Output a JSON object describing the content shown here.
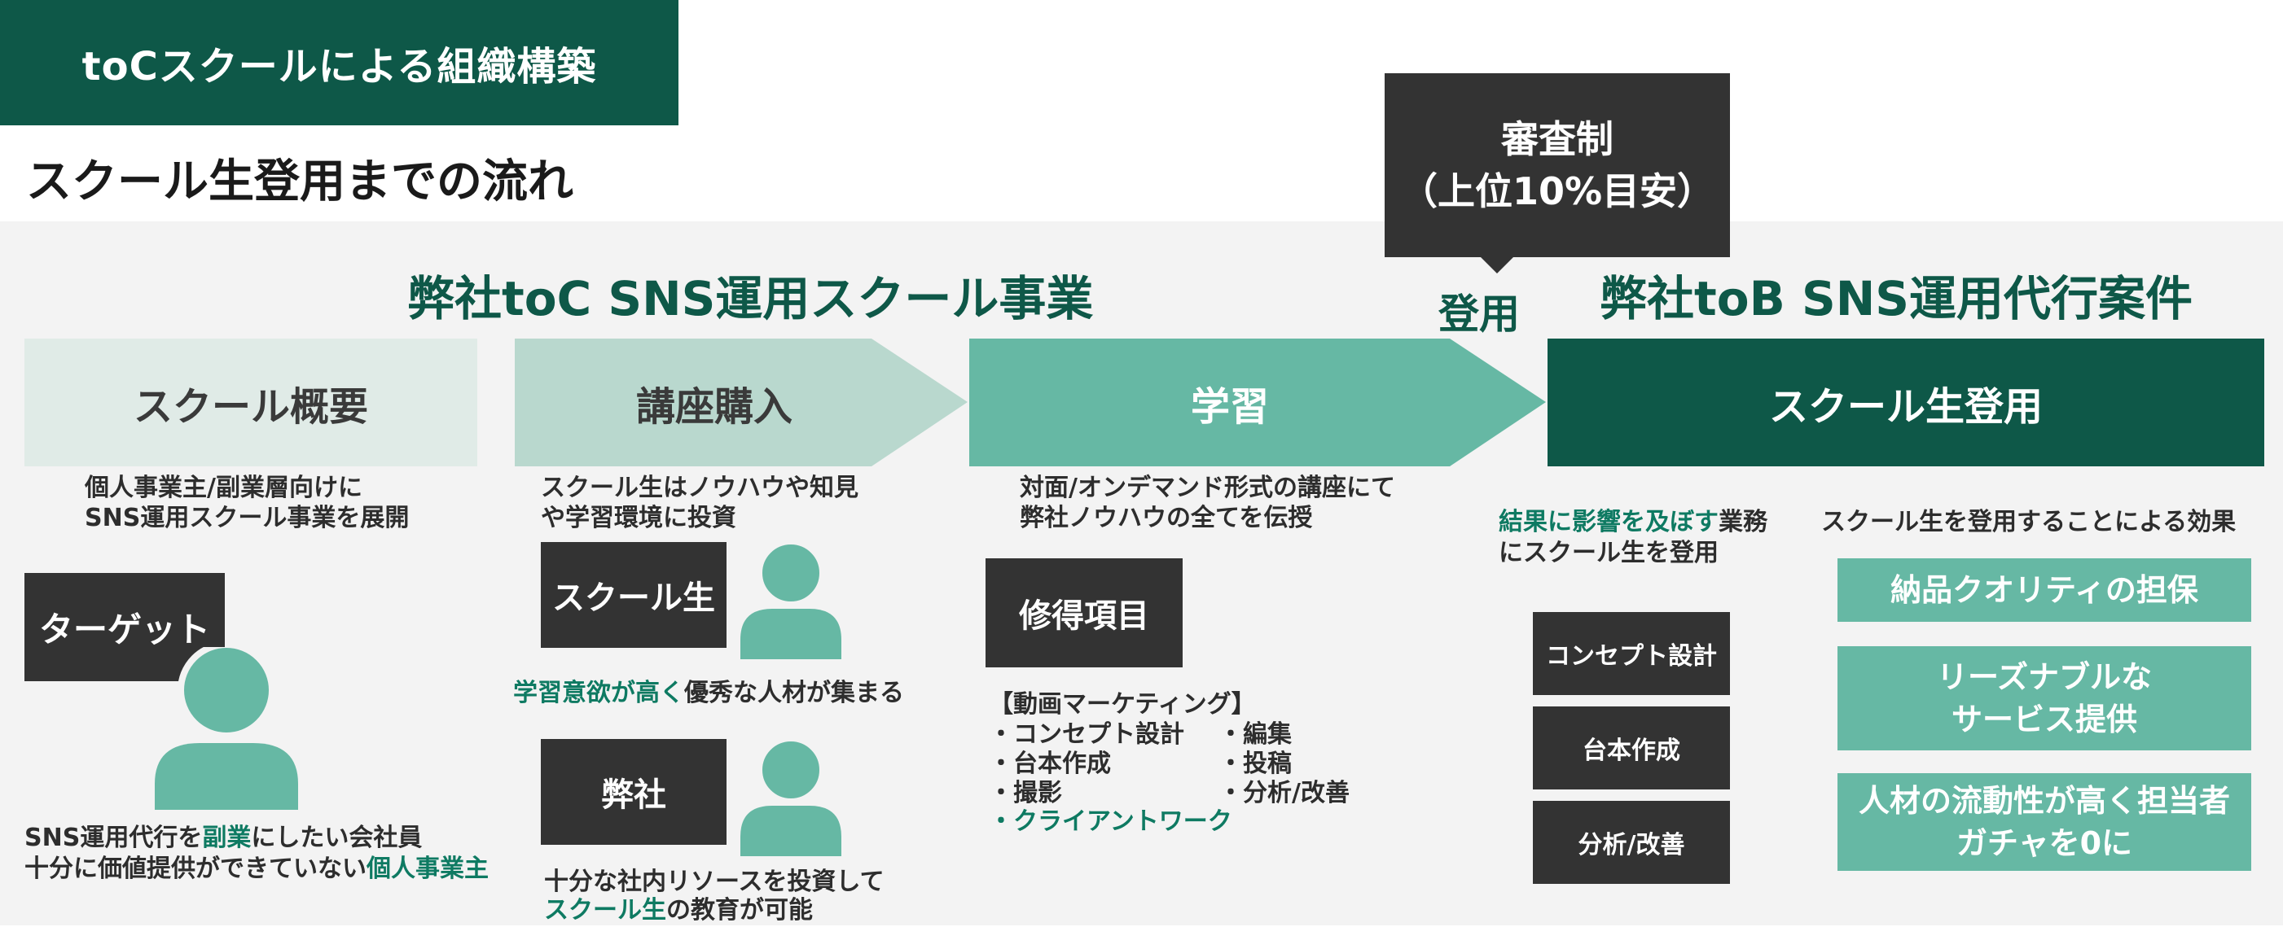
{
  "header": {
    "tag": "toCスクールによる組織構築",
    "subtitle": "スクール生登用までの流れ"
  },
  "sections": {
    "left_title": "弊社toC SNS運用スクール事業",
    "right_title": "弊社toB SNS運用代行案件"
  },
  "callout": {
    "line1": "審査制",
    "line2": "（上位10%目安）"
  },
  "arrow_label": "登用",
  "stages": [
    "スクール概要",
    "講座購入",
    "学習",
    "スクール生登用"
  ],
  "overview": {
    "desc1": "個人事業主/副業層向けに",
    "desc2": "SNS運用スクール事業を展開",
    "target_label": "ターゲット",
    "line1_pre": "SNS運用代行を",
    "line1_accent": "副業",
    "line1_post": "にしたい会社員",
    "line2_pre": "十分に価値提供ができていない",
    "line2_accent": "個人事業主"
  },
  "purchase": {
    "desc1": "スクール生はノウハウや知見",
    "desc2": "や学習環境に投資",
    "student_label": "スクール生",
    "student_accent": "学習意欲が高く",
    "student_post": "優秀な人材が集まる",
    "company_label": "弊社",
    "company_line1": "十分な社内リソースを投資して",
    "company_accent": "スクール生",
    "company_post": "の教育が可能"
  },
  "learning": {
    "desc1": "対面/オンデマンド形式の講座にて",
    "desc2": "弊社ノウハウの全てを伝授",
    "items_label": "修得項目",
    "category": "【動画マーケティング】",
    "col1": [
      "・コンセプト設計",
      "・台本作成",
      "・撮影"
    ],
    "col2": [
      "・編集",
      "・投稿",
      "・分析/改善"
    ],
    "last_item": "・クライアントワーク"
  },
  "hire": {
    "desc_accent": "結果に影響を及ぼす",
    "desc_post": "業務",
    "desc2": "にスクール生を登用",
    "skills": [
      "コンセプト設計",
      "台本作成",
      "分析/改善"
    ],
    "effects_title": "スクール生を登用することによる効果",
    "effects": [
      {
        "line1": "納品クオリティの担保",
        "line2": ""
      },
      {
        "line1": "リーズナブルな",
        "line2": "サービス提供"
      },
      {
        "line1": "人材の流動性が高く担当者",
        "line2": "ガチャを0に"
      }
    ]
  },
  "colors": {
    "dark_green": "#0e5848",
    "mid_green": "#66b8a4",
    "light_green": "#b9d8ce",
    "pale_green": "#e0ebe7",
    "dark_gray": "#333333"
  }
}
